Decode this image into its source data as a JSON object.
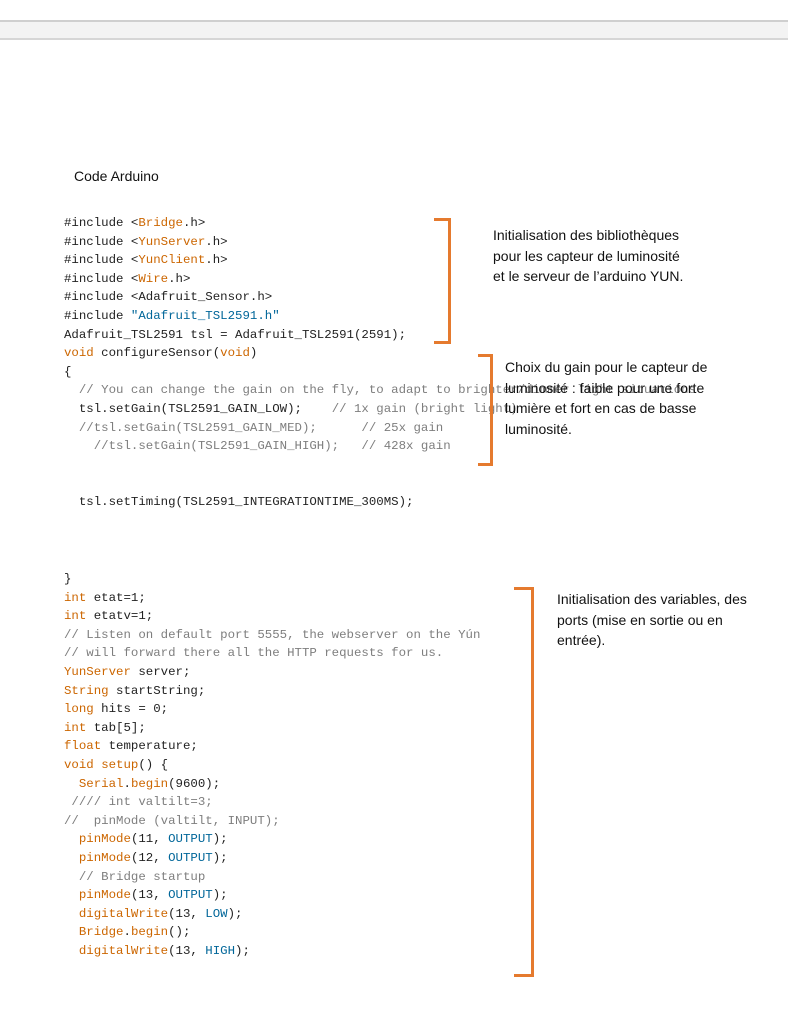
{
  "heading": "Code Arduino",
  "code_block_1": [
    [
      {
        "t": "#include <"
      },
      {
        "t": "Bridge",
        "c": "ty"
      },
      {
        "t": ".h>"
      }
    ],
    [
      {
        "t": "#include <"
      },
      {
        "t": "YunServer",
        "c": "ty"
      },
      {
        "t": ".h>"
      }
    ],
    [
      {
        "t": "#include <"
      },
      {
        "t": "YunClient",
        "c": "ty"
      },
      {
        "t": ".h>"
      }
    ],
    [
      {
        "t": "#include <"
      },
      {
        "t": "Wire",
        "c": "ty"
      },
      {
        "t": ".h>"
      }
    ],
    [
      {
        "t": "#include <Adafruit_Sensor.h>"
      }
    ],
    [
      {
        "t": "#include "
      },
      {
        "t": "\"Adafruit_TSL2591.h\"",
        "c": "str"
      }
    ],
    [
      {
        "t": "Adafruit_TSL2591 tsl = Adafruit_TSL2591(2591);"
      }
    ],
    [
      {
        "t": "void",
        "c": "kw"
      },
      {
        "t": " configureSensor("
      },
      {
        "t": "void",
        "c": "kw"
      },
      {
        "t": ")"
      }
    ],
    [
      {
        "t": "{"
      }
    ],
    [
      {
        "t": "  // You can change the gain on the fly, to adapt to brighter/dimmer light situations",
        "c": "cm"
      }
    ],
    [
      {
        "t": "  tsl.setGain(TSL2591_GAIN_LOW);    "
      },
      {
        "t": "// 1x gain (bright light)",
        "c": "cm"
      }
    ],
    [
      {
        "t": "  //tsl.setGain(TSL2591_GAIN_MED);      // 25x gain",
        "c": "cm"
      }
    ],
    [
      {
        "t": "    //tsl.setGain(TSL2591_GAIN_HIGH);   // 428x gain",
        "c": "cm"
      }
    ],
    [
      {
        "t": ""
      }
    ],
    [
      {
        "t": ""
      }
    ],
    [
      {
        "t": "  tsl.setTiming(TSL2591_INTEGRATIONTIME_300MS);"
      }
    ]
  ],
  "code_block_2": [
    [
      {
        "t": "}"
      }
    ],
    [
      {
        "t": "int",
        "c": "kw"
      },
      {
        "t": " etat=1;"
      }
    ],
    [
      {
        "t": "int",
        "c": "kw"
      },
      {
        "t": " etatv=1;"
      }
    ],
    [
      {
        "t": "// Listen on default port 5555, the webserver on the Yún",
        "c": "cm"
      }
    ],
    [
      {
        "t": "// will forward there all the HTTP requests for us.",
        "c": "cm"
      }
    ],
    [
      {
        "t": "YunServer",
        "c": "ty"
      },
      {
        "t": " server;"
      }
    ],
    [
      {
        "t": "String",
        "c": "ty"
      },
      {
        "t": " startString;"
      }
    ],
    [
      {
        "t": "long",
        "c": "kw"
      },
      {
        "t": " hits = 0;"
      }
    ],
    [
      {
        "t": "int",
        "c": "kw"
      },
      {
        "t": " tab[5];"
      }
    ],
    [
      {
        "t": "float",
        "c": "kw"
      },
      {
        "t": " temperature;"
      }
    ],
    [
      {
        "t": "void",
        "c": "kw"
      },
      {
        "t": " "
      },
      {
        "t": "setup",
        "c": "kw"
      },
      {
        "t": "() {"
      }
    ],
    [
      {
        "t": "  "
      },
      {
        "t": "Serial",
        "c": "ty"
      },
      {
        "t": "."
      },
      {
        "t": "begin",
        "c": "kw"
      },
      {
        "t": "(9600);"
      }
    ],
    [
      {
        "t": " //// int valtilt=3;",
        "c": "cm"
      }
    ],
    [
      {
        "t": "//  pinMode (valtilt, INPUT);",
        "c": "cm"
      }
    ],
    [
      {
        "t": "  "
      },
      {
        "t": "pinMode",
        "c": "kw"
      },
      {
        "t": "(11, "
      },
      {
        "t": "OUTPUT",
        "c": "cst"
      },
      {
        "t": ");"
      }
    ],
    [
      {
        "t": "  "
      },
      {
        "t": "pinMode",
        "c": "kw"
      },
      {
        "t": "(12, "
      },
      {
        "t": "OUTPUT",
        "c": "cst"
      },
      {
        "t": ");"
      }
    ],
    [
      {
        "t": "  // Bridge startup",
        "c": "cm"
      }
    ],
    [
      {
        "t": "  "
      },
      {
        "t": "pinMode",
        "c": "kw"
      },
      {
        "t": "(13, "
      },
      {
        "t": "OUTPUT",
        "c": "cst"
      },
      {
        "t": ");"
      }
    ],
    [
      {
        "t": "  "
      },
      {
        "t": "digitalWrite",
        "c": "kw"
      },
      {
        "t": "(13, "
      },
      {
        "t": "LOW",
        "c": "cst"
      },
      {
        "t": ");"
      }
    ],
    [
      {
        "t": "  "
      },
      {
        "t": "Bridge",
        "c": "ty"
      },
      {
        "t": "."
      },
      {
        "t": "begin",
        "c": "kw"
      },
      {
        "t": "();"
      }
    ],
    [
      {
        "t": "  "
      },
      {
        "t": "digitalWrite",
        "c": "kw"
      },
      {
        "t": "(13, "
      },
      {
        "t": "HIGH",
        "c": "cst"
      },
      {
        "t": ");"
      }
    ]
  ],
  "notes": {
    "libraries": "Initialisation des bibliothèques pour les capteur de luminosité et le serveur de l’arduino YUN.",
    "gain": "Choix du gain pour le capteur de luminosité : faible pour une forte lumière  et fort en cas de basse luminosité.",
    "variables": "Initialisation des variables, des ports (mise en sortie ou en entrée)."
  },
  "colors": {
    "bracket": "#e57a2e",
    "keyword": "#cc6600",
    "constant": "#006699",
    "comment": "#7e7e7e"
  }
}
